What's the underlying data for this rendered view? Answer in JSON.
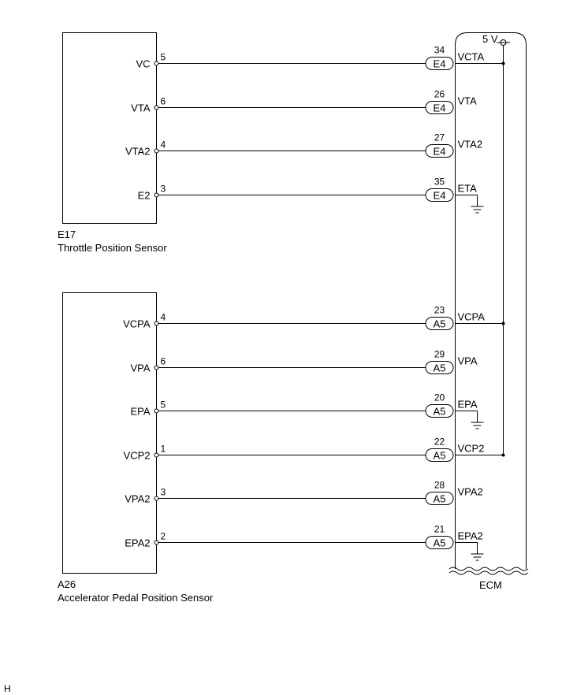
{
  "ecm": {
    "label": "ECM",
    "supply_label": "5 V"
  },
  "sensors": [
    {
      "code": "E17",
      "name": "Throttle Position Sensor",
      "pins": [
        {
          "terminal": "VC",
          "pin": "5",
          "ecm_pin": "34",
          "connector": "E4",
          "ecm_terminal": "VCTA",
          "ground": false,
          "to_supply": true
        },
        {
          "terminal": "VTA",
          "pin": "6",
          "ecm_pin": "26",
          "connector": "E4",
          "ecm_terminal": "VTA",
          "ground": false,
          "to_supply": false
        },
        {
          "terminal": "VTA2",
          "pin": "4",
          "ecm_pin": "27",
          "connector": "E4",
          "ecm_terminal": "VTA2",
          "ground": false,
          "to_supply": false
        },
        {
          "terminal": "E2",
          "pin": "3",
          "ecm_pin": "35",
          "connector": "E4",
          "ecm_terminal": "ETA",
          "ground": true,
          "to_supply": false
        }
      ]
    },
    {
      "code": "A26",
      "name": "Accelerator Pedal Position Sensor",
      "pins": [
        {
          "terminal": "VCPA",
          "pin": "4",
          "ecm_pin": "23",
          "connector": "A5",
          "ecm_terminal": "VCPA",
          "ground": false,
          "to_supply": true
        },
        {
          "terminal": "VPA",
          "pin": "6",
          "ecm_pin": "29",
          "connector": "A5",
          "ecm_terminal": "VPA",
          "ground": false,
          "to_supply": false
        },
        {
          "terminal": "EPA",
          "pin": "5",
          "ecm_pin": "20",
          "connector": "A5",
          "ecm_terminal": "EPA",
          "ground": true,
          "to_supply": false
        },
        {
          "terminal": "VCP2",
          "pin": "1",
          "ecm_pin": "22",
          "connector": "A5",
          "ecm_terminal": "VCP2",
          "ground": false,
          "to_supply": true
        },
        {
          "terminal": "VPA2",
          "pin": "3",
          "ecm_pin": "28",
          "connector": "A5",
          "ecm_terminal": "VPA2",
          "ground": false,
          "to_supply": false
        },
        {
          "terminal": "EPA2",
          "pin": "2",
          "ecm_pin": "21",
          "connector": "A5",
          "ecm_terminal": "EPA2",
          "ground": true,
          "to_supply": false
        }
      ]
    }
  ],
  "footer_mark": "H"
}
